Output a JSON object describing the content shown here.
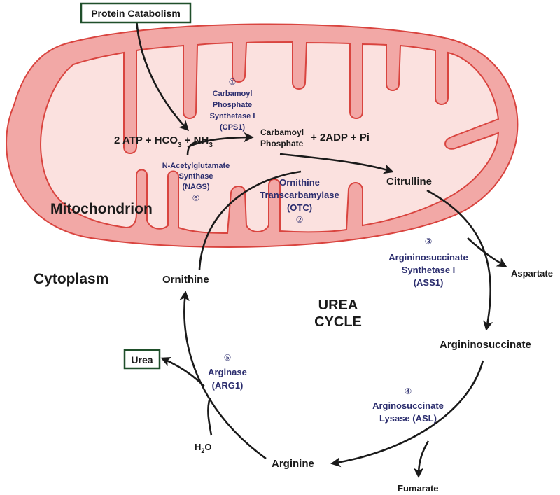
{
  "colors": {
    "membrane_fill": "#f2a8a6",
    "membrane_stroke": "#d9443f",
    "matrix_fill": "#fbe1df",
    "enzyme_text": "#2b2d6e",
    "box_border": "#1f4f2a",
    "arrow": "#1a1a1a"
  },
  "boxes": {
    "protein_catabolism": "Protein Catabolism",
    "urea": "Urea"
  },
  "compartments": {
    "mitochondrion": "Mitochondrion",
    "cytoplasm": "Cytoplasm"
  },
  "cycle_title": {
    "line1": "UREA",
    "line2": "CYCLE"
  },
  "metabolites": {
    "reactants_main": "2 ATP + HCO",
    "reactants_sub3": "3",
    "reactants_plus_nh": " + NH",
    "carbamoyl_line1": "Carbamoyl",
    "carbamoyl_line2": "Phosphate",
    "products": "+ 2ADP + Pi",
    "citrulline": "Citrulline",
    "ornithine": "Ornithine",
    "aspartate": "Aspartate",
    "argininosuccinate": "Argininosuccinate",
    "fumarate": "Fumarate",
    "arginine": "Arginine",
    "water_h": "H",
    "water_sub2": "2",
    "water_o": "O"
  },
  "enzymes": {
    "cps1": {
      "num": "①",
      "line1": "Carbamoyl",
      "line2": "Phosphate",
      "line3": "Synthetase I",
      "line4": "(CPS1)"
    },
    "nags": {
      "num": "⑥",
      "line1": "N-Acetylglutamate",
      "line2": "Synthase",
      "line3": "(NAGS)"
    },
    "otc": {
      "num": "②",
      "line1": "Ornithine",
      "line2": "Transcarbamylase",
      "line3": "(OTC)"
    },
    "ass1": {
      "num": "③",
      "line1": "Argininosuccinate",
      "line2": "Synthetase I",
      "line3": "(ASS1)"
    },
    "asl": {
      "num": "④",
      "line1": "Arginosuccinate",
      "line2": "Lysase (ASL)"
    },
    "arg1": {
      "num": "⑤",
      "line1": "Arginase",
      "line2": "(ARG1)"
    }
  }
}
